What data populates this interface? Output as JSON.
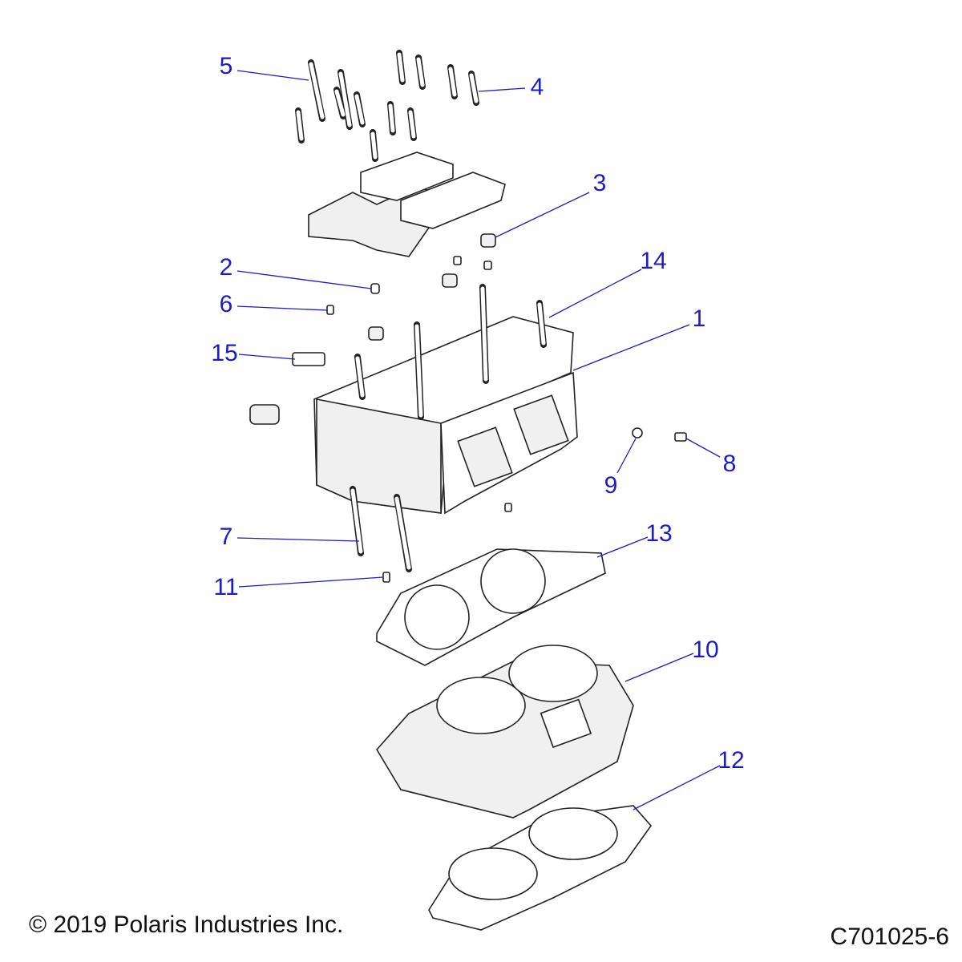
{
  "diagram": {
    "callouts": [
      "1",
      "2",
      "3",
      "4",
      "5",
      "6",
      "7",
      "8",
      "9",
      "10",
      "11",
      "12",
      "13",
      "14",
      "15"
    ],
    "parts": [
      "cylinder-head",
      "dowel-pin",
      "bushing",
      "bolt",
      "long-bolt",
      "small-dowel",
      "stud",
      "fitting",
      "washer",
      "cylinder",
      "dowel",
      "base-gasket",
      "head-gasket",
      "head-bolt",
      "temperature-sensor"
    ]
  },
  "footer": {
    "copyright": "© 2019 Polaris Industries Inc.",
    "drawing_number": "C701025-6"
  },
  "colors": {
    "callout": "#1b1bc8",
    "line_art": "#222222"
  }
}
